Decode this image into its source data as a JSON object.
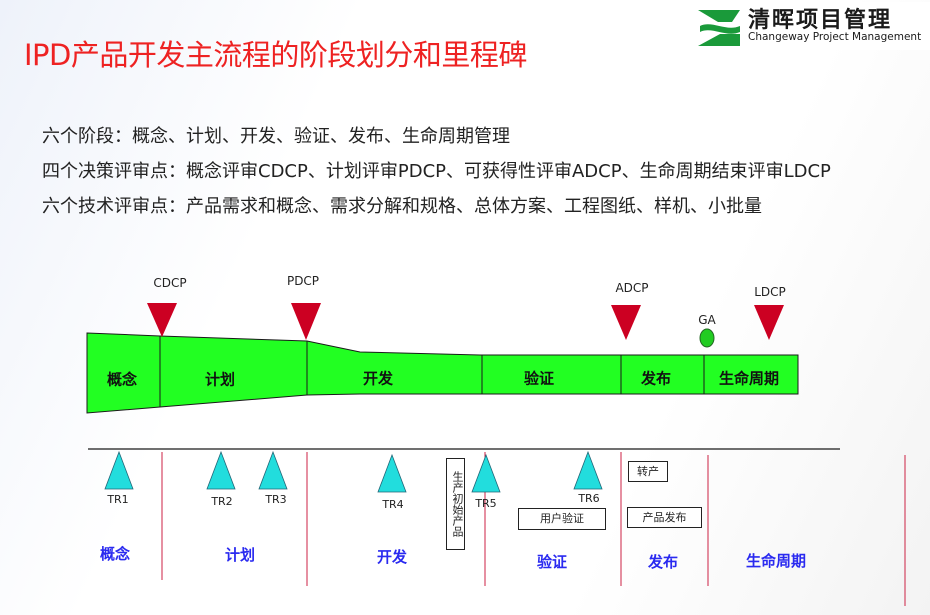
{
  "slide": {
    "title": "IPD产品开发主流程的阶段划分和里程碑",
    "lines": [
      "六个阶段：概念、计划、开发、验证、发布、生命周期管理",
      "四个决策评审点：概念评审CDCP、计划评审PDCP、可获得性评审ADCP、生命周期结束评审LDCP",
      "六个技术评审点：产品需求和概念、需求分解和规格、总体方案、工程图纸、样机、小批量"
    ]
  },
  "logo": {
    "name": "清晖项目管理",
    "english": "Changeway Project Management"
  },
  "colors": {
    "title": "#ee2222",
    "funnel_fill": "#22ff22",
    "gate_triangle": "#cc0022",
    "tr_triangle": "#22dddd",
    "bottom_phase": "#2a2af0",
    "divider": "#cc2244"
  },
  "diagram": {
    "top_phases": [
      "概念",
      "计划",
      "开发",
      "验证",
      "发布",
      "生命周期"
    ],
    "decision_gates": [
      "CDCP",
      "PDCP",
      "ADCP",
      "LDCP"
    ],
    "ga_label": "GA",
    "tech_reviews": [
      "TR1",
      "TR2",
      "TR3",
      "TR4",
      "TR5",
      "TR6"
    ],
    "boxes": {
      "initial_product": "生产初始产品",
      "user_validation": "用户验证",
      "transfer": "转产",
      "release": "产品发布"
    },
    "bottom_phases": [
      "概念",
      "计划",
      "开发",
      "验证",
      "发布",
      "生命周期"
    ]
  }
}
